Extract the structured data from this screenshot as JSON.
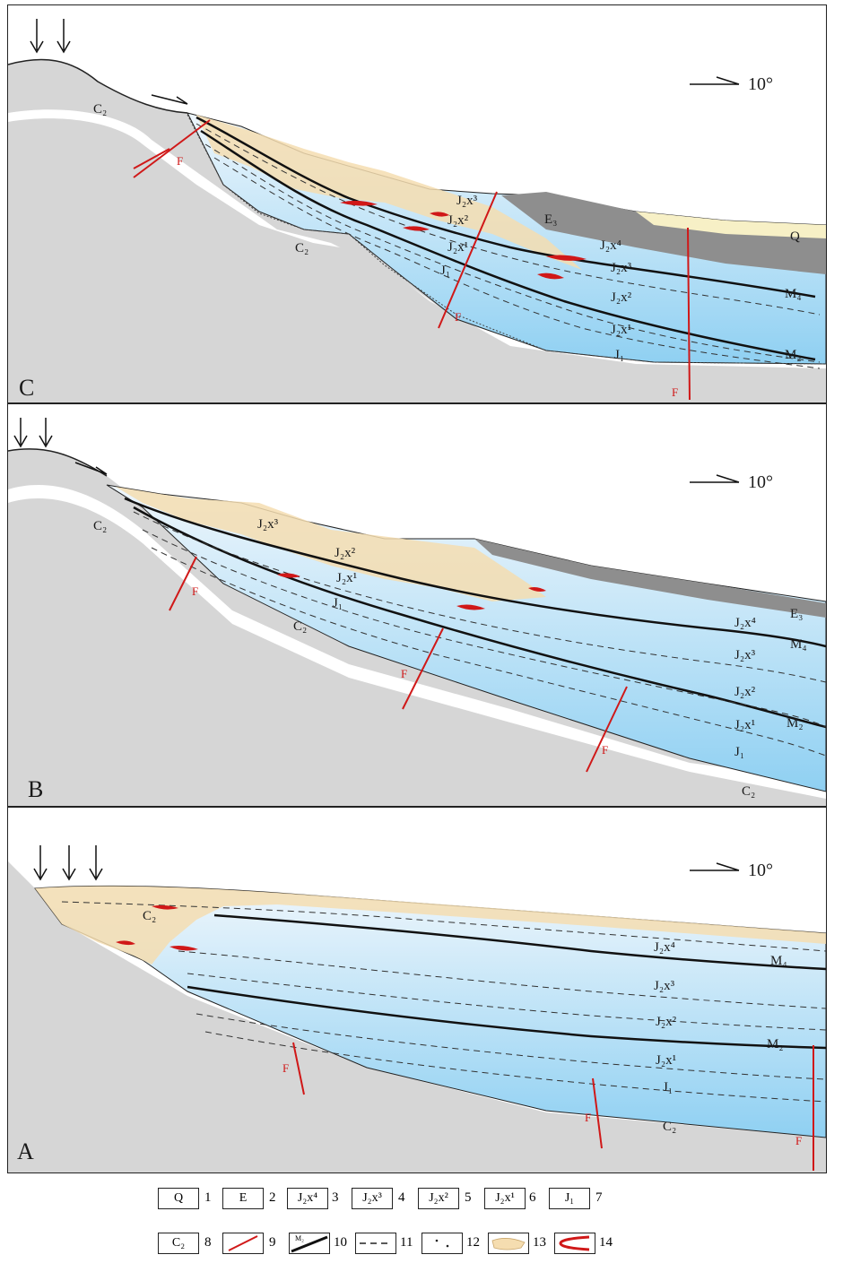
{
  "panels": {
    "C": {
      "letter": "C",
      "dip": "10°",
      "labels": {
        "c2_top": "C₂",
        "c2_mid": "C₂",
        "e3": "E₃",
        "q": "Q",
        "j2x3_a": "J₂x³",
        "j2x2_a": "J₂x²",
        "j2x1_a": "J₂x¹",
        "j1_a": "J₁",
        "j2x4_b": "J₂x⁴",
        "j2x3_b": "J₂x³",
        "j2x2_b": "J₂x²",
        "j2x1_b": "J₂x¹",
        "j1_b": "J₁",
        "m4": "M₄",
        "m2": "M₂"
      },
      "faults": [
        "F",
        "F",
        "F"
      ]
    },
    "B": {
      "letter": "B",
      "dip": "10°",
      "labels": {
        "c2_top": "C₂",
        "c2_mid": "C₂",
        "c2_bot": "C₂",
        "e3": "E₃",
        "j2x3": "J₂x³",
        "j2x2": "J₂x²",
        "j2x1": "J₂x¹",
        "j1": "J₁",
        "j2x4_r": "J₂x⁴",
        "j2x3_r": "J₂x³",
        "j2x2_r": "J₂x²",
        "j2x1_r": "J₂x¹",
        "j1_r": "J₁",
        "m4": "M₄",
        "m2": "M₂"
      },
      "faults": [
        "F",
        "F",
        "F"
      ]
    },
    "A": {
      "letter": "A",
      "dip": "10°",
      "labels": {
        "c2_top": "C₂",
        "c2_bot": "C₂",
        "j2x4": "J₂x⁴",
        "j2x3": "J₂x³",
        "j2x2": "J₂x²",
        "j2x1": "J₂x¹",
        "j1": "J₁",
        "m4": "M₄",
        "m2": "M₂"
      },
      "faults": [
        "F",
        "F",
        "F"
      ]
    }
  },
  "legend": [
    {
      "symbol": "Q",
      "num": "1"
    },
    {
      "symbol": "E",
      "num": "2"
    },
    {
      "symbol": "J₂x⁴",
      "num": "3"
    },
    {
      "symbol": "J₂x³",
      "num": "4"
    },
    {
      "symbol": "J₂x²",
      "num": "5"
    },
    {
      "symbol": "J₂x¹",
      "num": "6"
    },
    {
      "symbol": "J₁",
      "num": "7"
    },
    {
      "symbol": "C₂",
      "num": "8"
    },
    {
      "symbol": "",
      "num": "9"
    },
    {
      "symbol": "M₂",
      "num": "10"
    },
    {
      "symbol": "",
      "num": "11"
    },
    {
      "symbol": "",
      "num": "12"
    },
    {
      "symbol": "",
      "num": "13"
    },
    {
      "symbol": "",
      "num": "14"
    }
  ]
}
